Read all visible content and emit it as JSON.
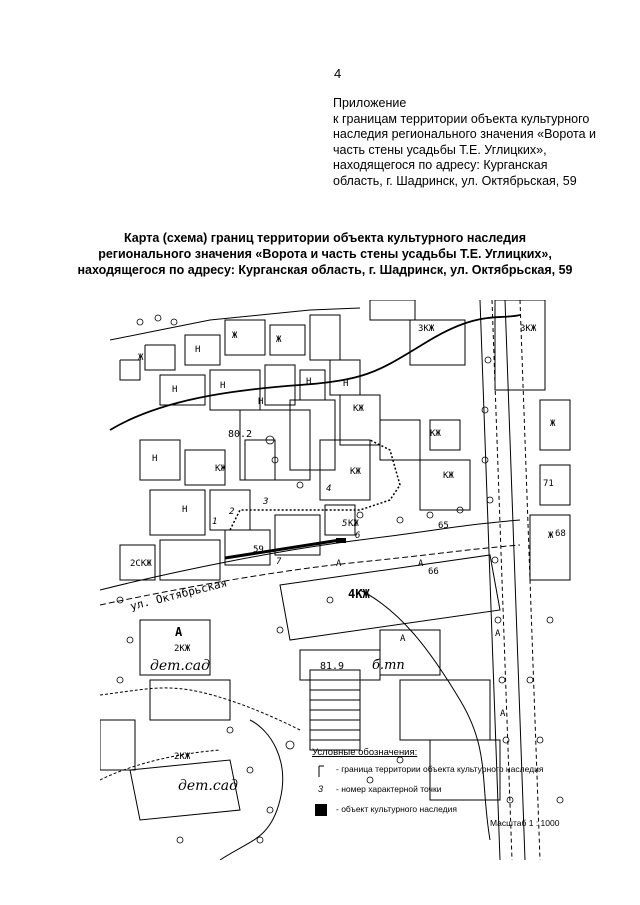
{
  "page_number": "4",
  "appendix": {
    "lines": [
      "Приложение",
      "к границам территории объекта культурного",
      "наследия регионального значения «Ворота и",
      "часть стены усадьбы Т.Е. Углицких»,",
      "находящегося по адресу: Курганская",
      "область, г. Шадринск, ул. Октябрьская, 59"
    ]
  },
  "map_title": {
    "lines": [
      "Карта (схема) границ территории объекта культурного наследия",
      "регионального значения «Ворота и часть стены усадьбы Т.Е. Углицких»,",
      "находящегося по адресу: Курганская область, г. Шадринск, ул. Октябрьская, 59"
    ]
  },
  "map": {
    "street_label": "ул. Октябрьская",
    "kindergarten_label": "дет.сад",
    "shop_label": "б.тп",
    "house_number_main": "59",
    "house_number_66": "66",
    "house_number_65": "65",
    "house_number_71": "71",
    "house_number_68": "68",
    "elevation_1": "80.2",
    "elevation_2": "81.9",
    "point_1": "1",
    "point_2": "2",
    "point_3": "3",
    "point_4": "4",
    "point_5": "5",
    "point_6": "6",
    "point_7": "7",
    "building_labels": {
      "zh": "Ж",
      "n": "Н",
      "kzh": "КЖ",
      "kzh4": "4КЖ",
      "kzh2": "2КЖ",
      "kzh3": "3КЖ",
      "a": "А",
      "skzh": "2СКЖ"
    }
  },
  "legend": {
    "title": "Условные обозначения:",
    "boundary": "- граница территории объекта культурного наследия",
    "point_symbol": "3",
    "point": "- номер характерной точки",
    "object": "- объект    культурного наследия"
  },
  "scale": "Масштаб 1 : 1000"
}
